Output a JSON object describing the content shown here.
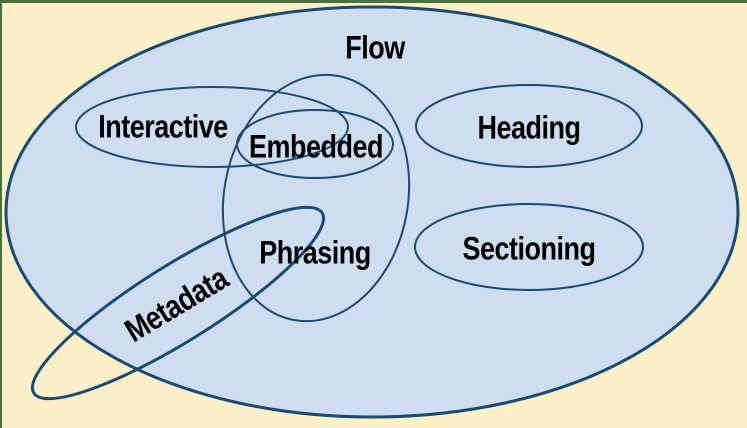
{
  "diagram": {
    "outer_set_label": "Flow",
    "sets": {
      "interactive": "Interactive",
      "embedded": "Embedded",
      "heading": "Heading",
      "phrasing": "Phrasing",
      "sectioning": "Sectioning",
      "metadata": "Metadata"
    }
  },
  "colors": {
    "page_background": "#FCF0C9",
    "flow_fill": "#CEDDF0",
    "ellipse_stroke": "#1B4A73",
    "frame_border": "#47713F",
    "label_text": "#000000"
  }
}
